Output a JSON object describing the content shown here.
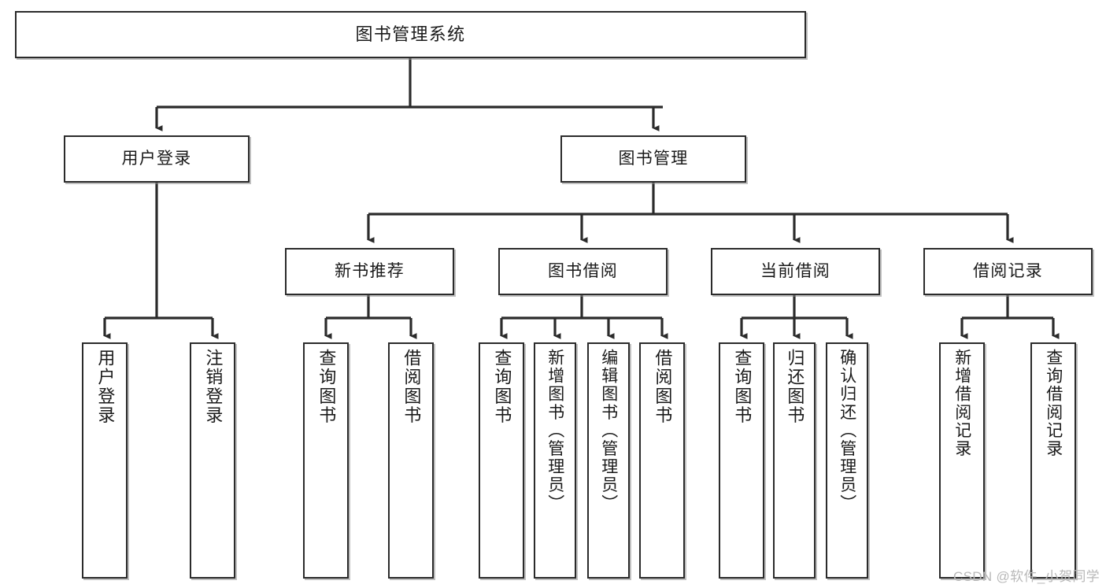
{
  "diagram": {
    "title": "图书管理系统",
    "type": "hierarchy-tree",
    "watermark": "CSDN @软件_小贺同学",
    "colors": {
      "box_border": "#2b2b2b",
      "box_fill": "#ffffff",
      "edge": "#2b2b2b",
      "watermark": "#b9b9b9"
    },
    "levels": {
      "root": {
        "label": "图书管理系统"
      },
      "level2": [
        {
          "label": "用户登录"
        },
        {
          "label": "图书管理"
        }
      ],
      "level3": [
        {
          "label": "新书推荐"
        },
        {
          "label": "图书借阅"
        },
        {
          "label": "当前借阅"
        },
        {
          "label": "借阅记录"
        }
      ],
      "leaves": {
        "user_login": [
          {
            "label": "用户登录"
          },
          {
            "label": "注销登录"
          }
        ],
        "new_book_recommend": [
          {
            "label": "查询图书"
          },
          {
            "label": "借阅图书"
          }
        ],
        "book_borrow": [
          {
            "label": "查询图书"
          },
          {
            "label": "新增图书（管理员）"
          },
          {
            "label": "编辑图书（管理员）"
          },
          {
            "label": "借阅图书"
          }
        ],
        "current_borrow": [
          {
            "label": "查询图书"
          },
          {
            "label": "归还图书"
          },
          {
            "label": "确认归还（管理员）"
          }
        ],
        "borrow_record": [
          {
            "label": "新增借阅记录"
          },
          {
            "label": "查询借阅记录"
          }
        ]
      }
    }
  }
}
